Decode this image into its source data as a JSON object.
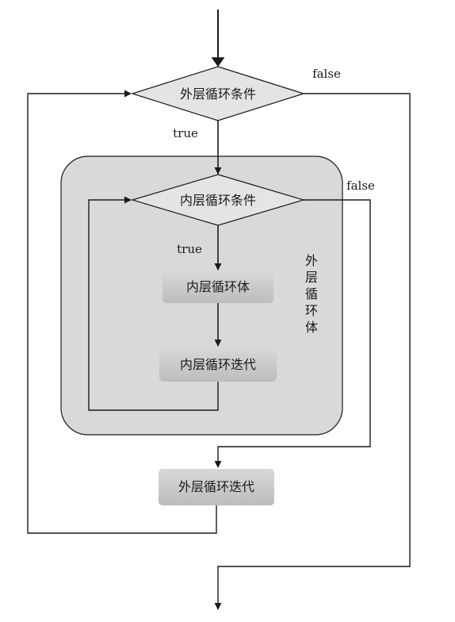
{
  "nodes": {
    "outer_condition": "外层循环条件",
    "inner_condition": "内层循环条件",
    "inner_body": "内层循环体",
    "inner_iteration": "内层循环迭代",
    "outer_iteration": "外层循环迭代"
  },
  "edges": {
    "outer_true": "true",
    "outer_false": "false",
    "inner_true": "true",
    "inner_false": "false"
  },
  "region": {
    "outer_body_label": [
      "外",
      "层",
      "循",
      "环",
      "体"
    ]
  },
  "colors": {
    "line": "#1a1a1a",
    "diamond_fill": "#e4e4e4",
    "box_fill": "#cfcfcf",
    "region_fill": "#d9d9d9"
  }
}
